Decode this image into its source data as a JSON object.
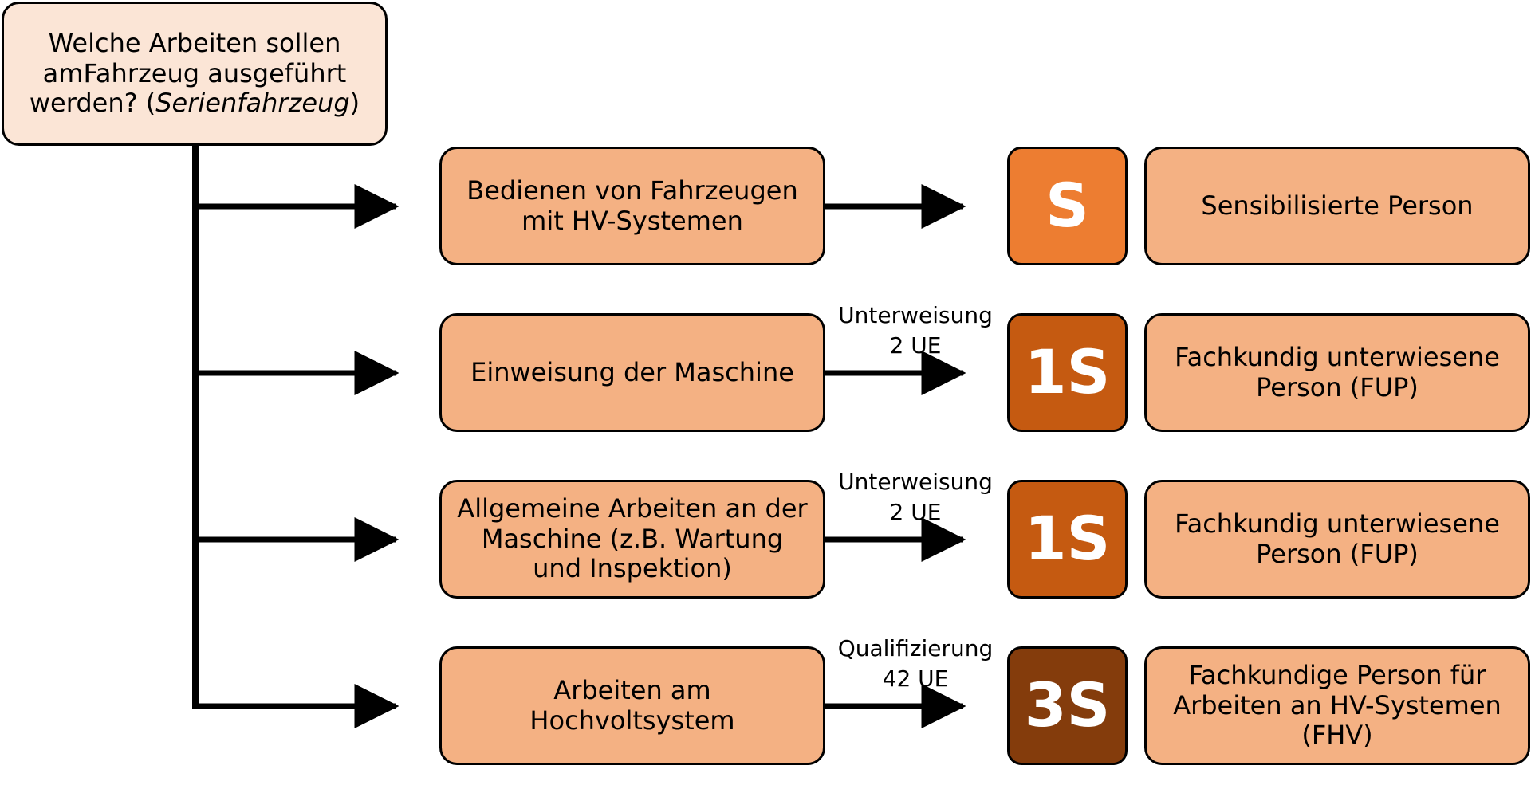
{
  "root": {
    "line1": "Welche Arbeiten sollen am",
    "line2": "Fahrzeug ausgeführt",
    "line3_plain": "werden? (",
    "line3_italic": "Serienfahrzeug",
    "line3_end": ")"
  },
  "rows": [
    {
      "task": "Bedienen von Fahrzeugen\nmit HV-Systemen",
      "arrow_label": "",
      "level": "S",
      "role": "Sensibilisierte Person"
    },
    {
      "task": "Einweisung der Maschine",
      "arrow_label": "Unterweisung\n2 UE",
      "level": "1S",
      "role": "Fachkundig unterwiesene\nPerson (FUP)"
    },
    {
      "task": "Allgemeine Arbeiten an der\nMaschine (z.B. Wartung\nund Inspektion)",
      "arrow_label": "Unterweisung\n2 UE",
      "level": "1S",
      "role": "Fachkundig unterwiesene\nPerson (FUP)"
    },
    {
      "task": "Arbeiten am\nHochvoltsystem",
      "arrow_label": "Qualifizierung\n42 UE",
      "level": "3S",
      "role": "Fachkundige Person für\nArbeiten an HV-Systemen\n(FHV)"
    }
  ],
  "colors": {
    "root_fill": "#fbe5d6",
    "task_fill": "#f4b183",
    "level_S": "#ed7d31",
    "level_1S": "#c55a11",
    "level_3S": "#843c0c"
  }
}
